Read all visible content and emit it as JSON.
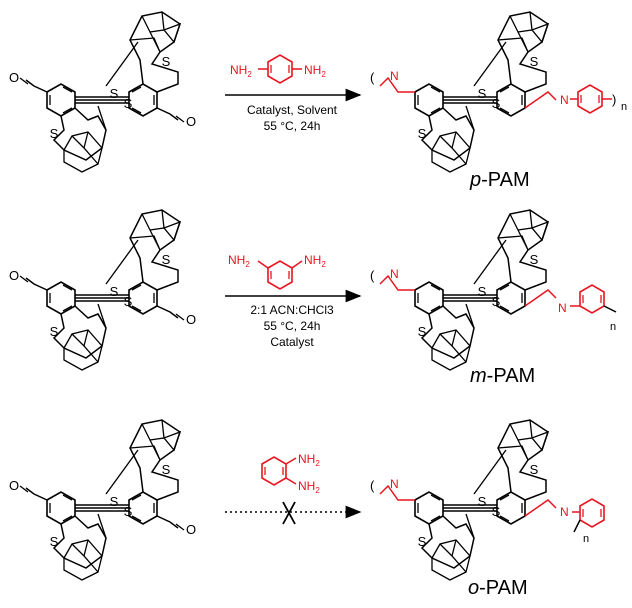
{
  "colors": {
    "bond": "#000000",
    "highlight": "#e8141e",
    "background": "#ffffff"
  },
  "atoms": {
    "sulfur": "S",
    "oxygen": "O",
    "nitrogen": "N",
    "amine": "NH",
    "subscript_two": "2",
    "repeat_index": "n"
  },
  "reactions": [
    {
      "id": "para",
      "conditions": [
        "Catalyst, Solvent",
        "55 °C, 24h"
      ],
      "product_prefix": "p",
      "product_suffix": "-PAM",
      "arrow": "solid",
      "blocked": false
    },
    {
      "id": "meta",
      "conditions": [
        "2:1  ACN:CHCl3",
        "55 °C, 24h",
        "Catalyst"
      ],
      "product_prefix": "m",
      "product_suffix": "-PAM",
      "arrow": "solid",
      "blocked": false
    },
    {
      "id": "ortho",
      "conditions": [],
      "product_prefix": "o",
      "product_suffix": "-PAM",
      "arrow": "dotted",
      "blocked": true
    }
  ]
}
